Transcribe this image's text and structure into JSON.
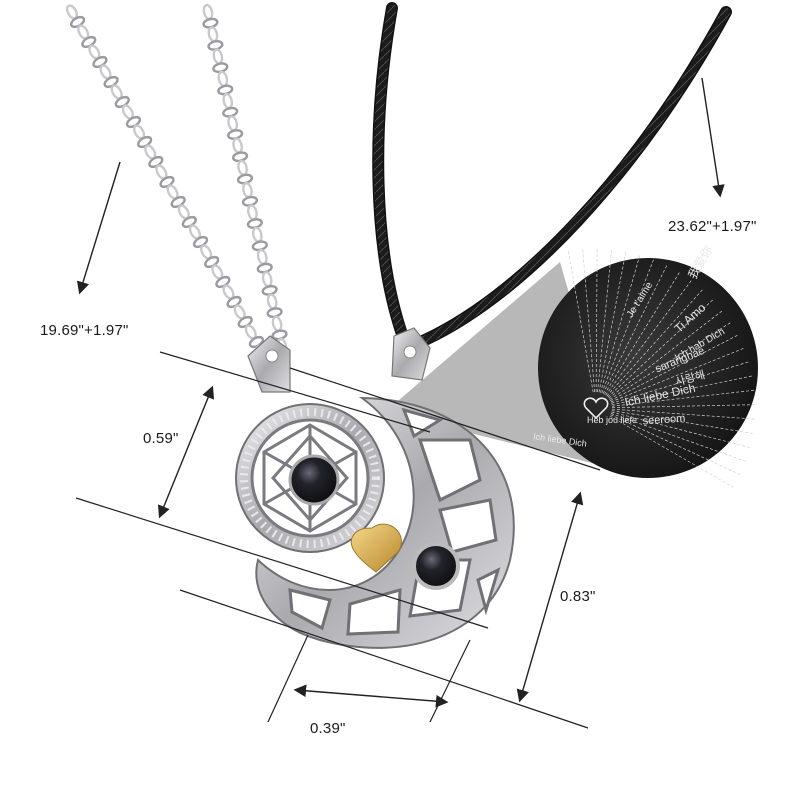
{
  "dimensions": {
    "chain_silver_length": "19.69\"+1.97\"",
    "chain_cord_length": "23.62\"+1.97\"",
    "pendant_small_height": "0.59\"",
    "pendant_large_height": "0.83\"",
    "pendant_width": "0.39\""
  },
  "projection_disc": {
    "phrases": [
      "Ich liebe Dich",
      "Ti Amo",
      "saranghae",
      "seeroom",
      "Je t'aime",
      "Ich hab Dich",
      "Ich liebe Dich",
      "Heb jou liefe",
      "我爱你",
      "사랑해"
    ]
  },
  "colors": {
    "silver": "#c9c9cc",
    "cord": "#1b1b1b",
    "disc": "#262626",
    "heart_gold": "#d4a94a",
    "stone": "#1e1e24"
  }
}
